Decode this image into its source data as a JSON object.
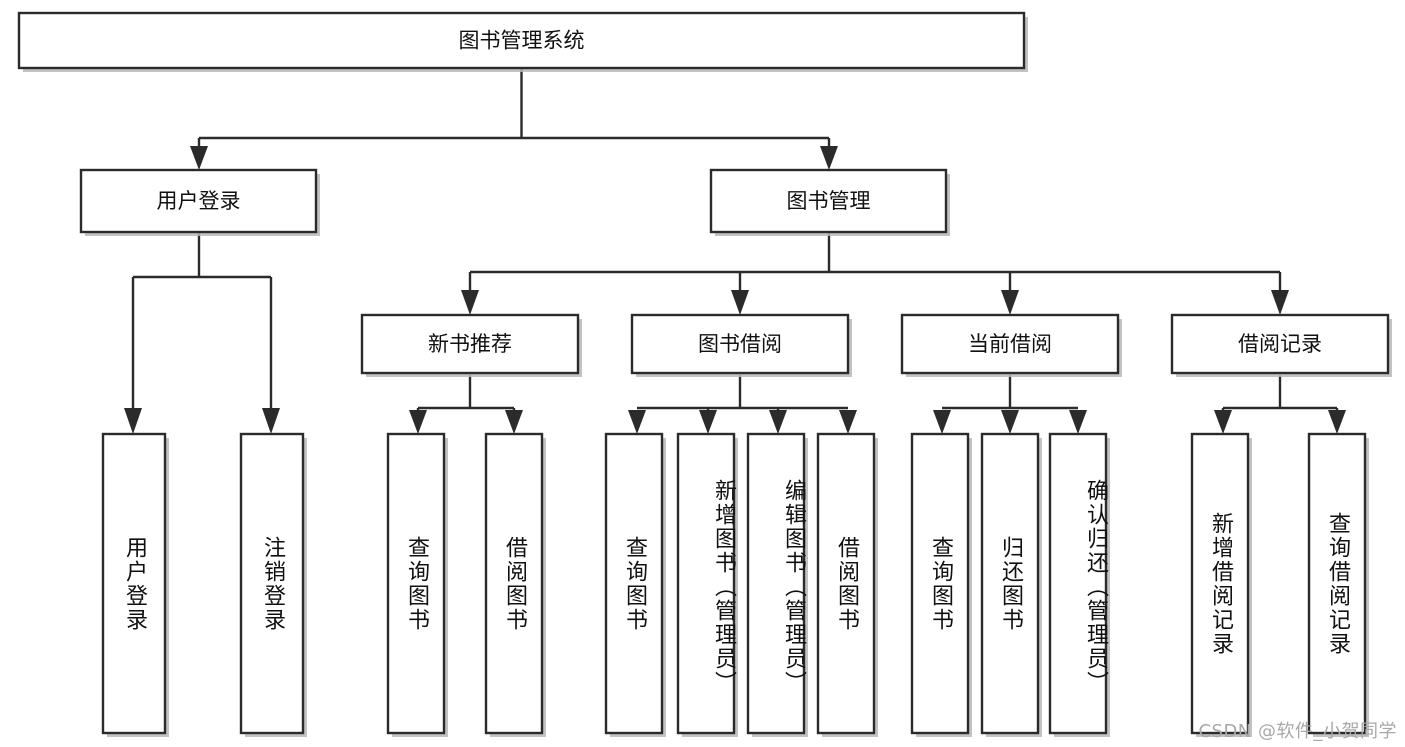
{
  "diagram": {
    "title": "图书管理系统",
    "type": "tree",
    "watermark": "CSDN @软件_小贺同学",
    "colors": {
      "background": "#ffffff",
      "box_fill": "#ffffff",
      "box_stroke": "#2b2b2b",
      "connector": "#2b2b2b",
      "text": "#111111",
      "shadow": "#b8b8b8",
      "watermark_text": "#a8a8a8"
    },
    "root": {
      "label": "图书管理系统"
    },
    "level2": [
      {
        "label": "用户登录"
      },
      {
        "label": "图书管理"
      }
    ],
    "level3": [
      {
        "label": "新书推荐"
      },
      {
        "label": "图书借阅"
      },
      {
        "label": "当前借阅"
      },
      {
        "label": "借阅记录"
      }
    ],
    "leaves": {
      "user_login": [
        {
          "label": "用户登录"
        },
        {
          "label": "注销登录"
        }
      ],
      "new_book_recommend": [
        {
          "label": "查询图书"
        },
        {
          "label": "借阅图书"
        }
      ],
      "book_borrow": [
        {
          "label": "查询图书"
        },
        {
          "label": "新增图书（管理员）"
        },
        {
          "label": "编辑图书（管理员）"
        },
        {
          "label": "借阅图书"
        }
      ],
      "current_borrow": [
        {
          "label": "查询图书"
        },
        {
          "label": "归还图书"
        },
        {
          "label": "确认归还（管理员）"
        }
      ],
      "borrow_record": [
        {
          "label": "新增借阅记录"
        },
        {
          "label": "查询借阅记录"
        }
      ]
    }
  }
}
